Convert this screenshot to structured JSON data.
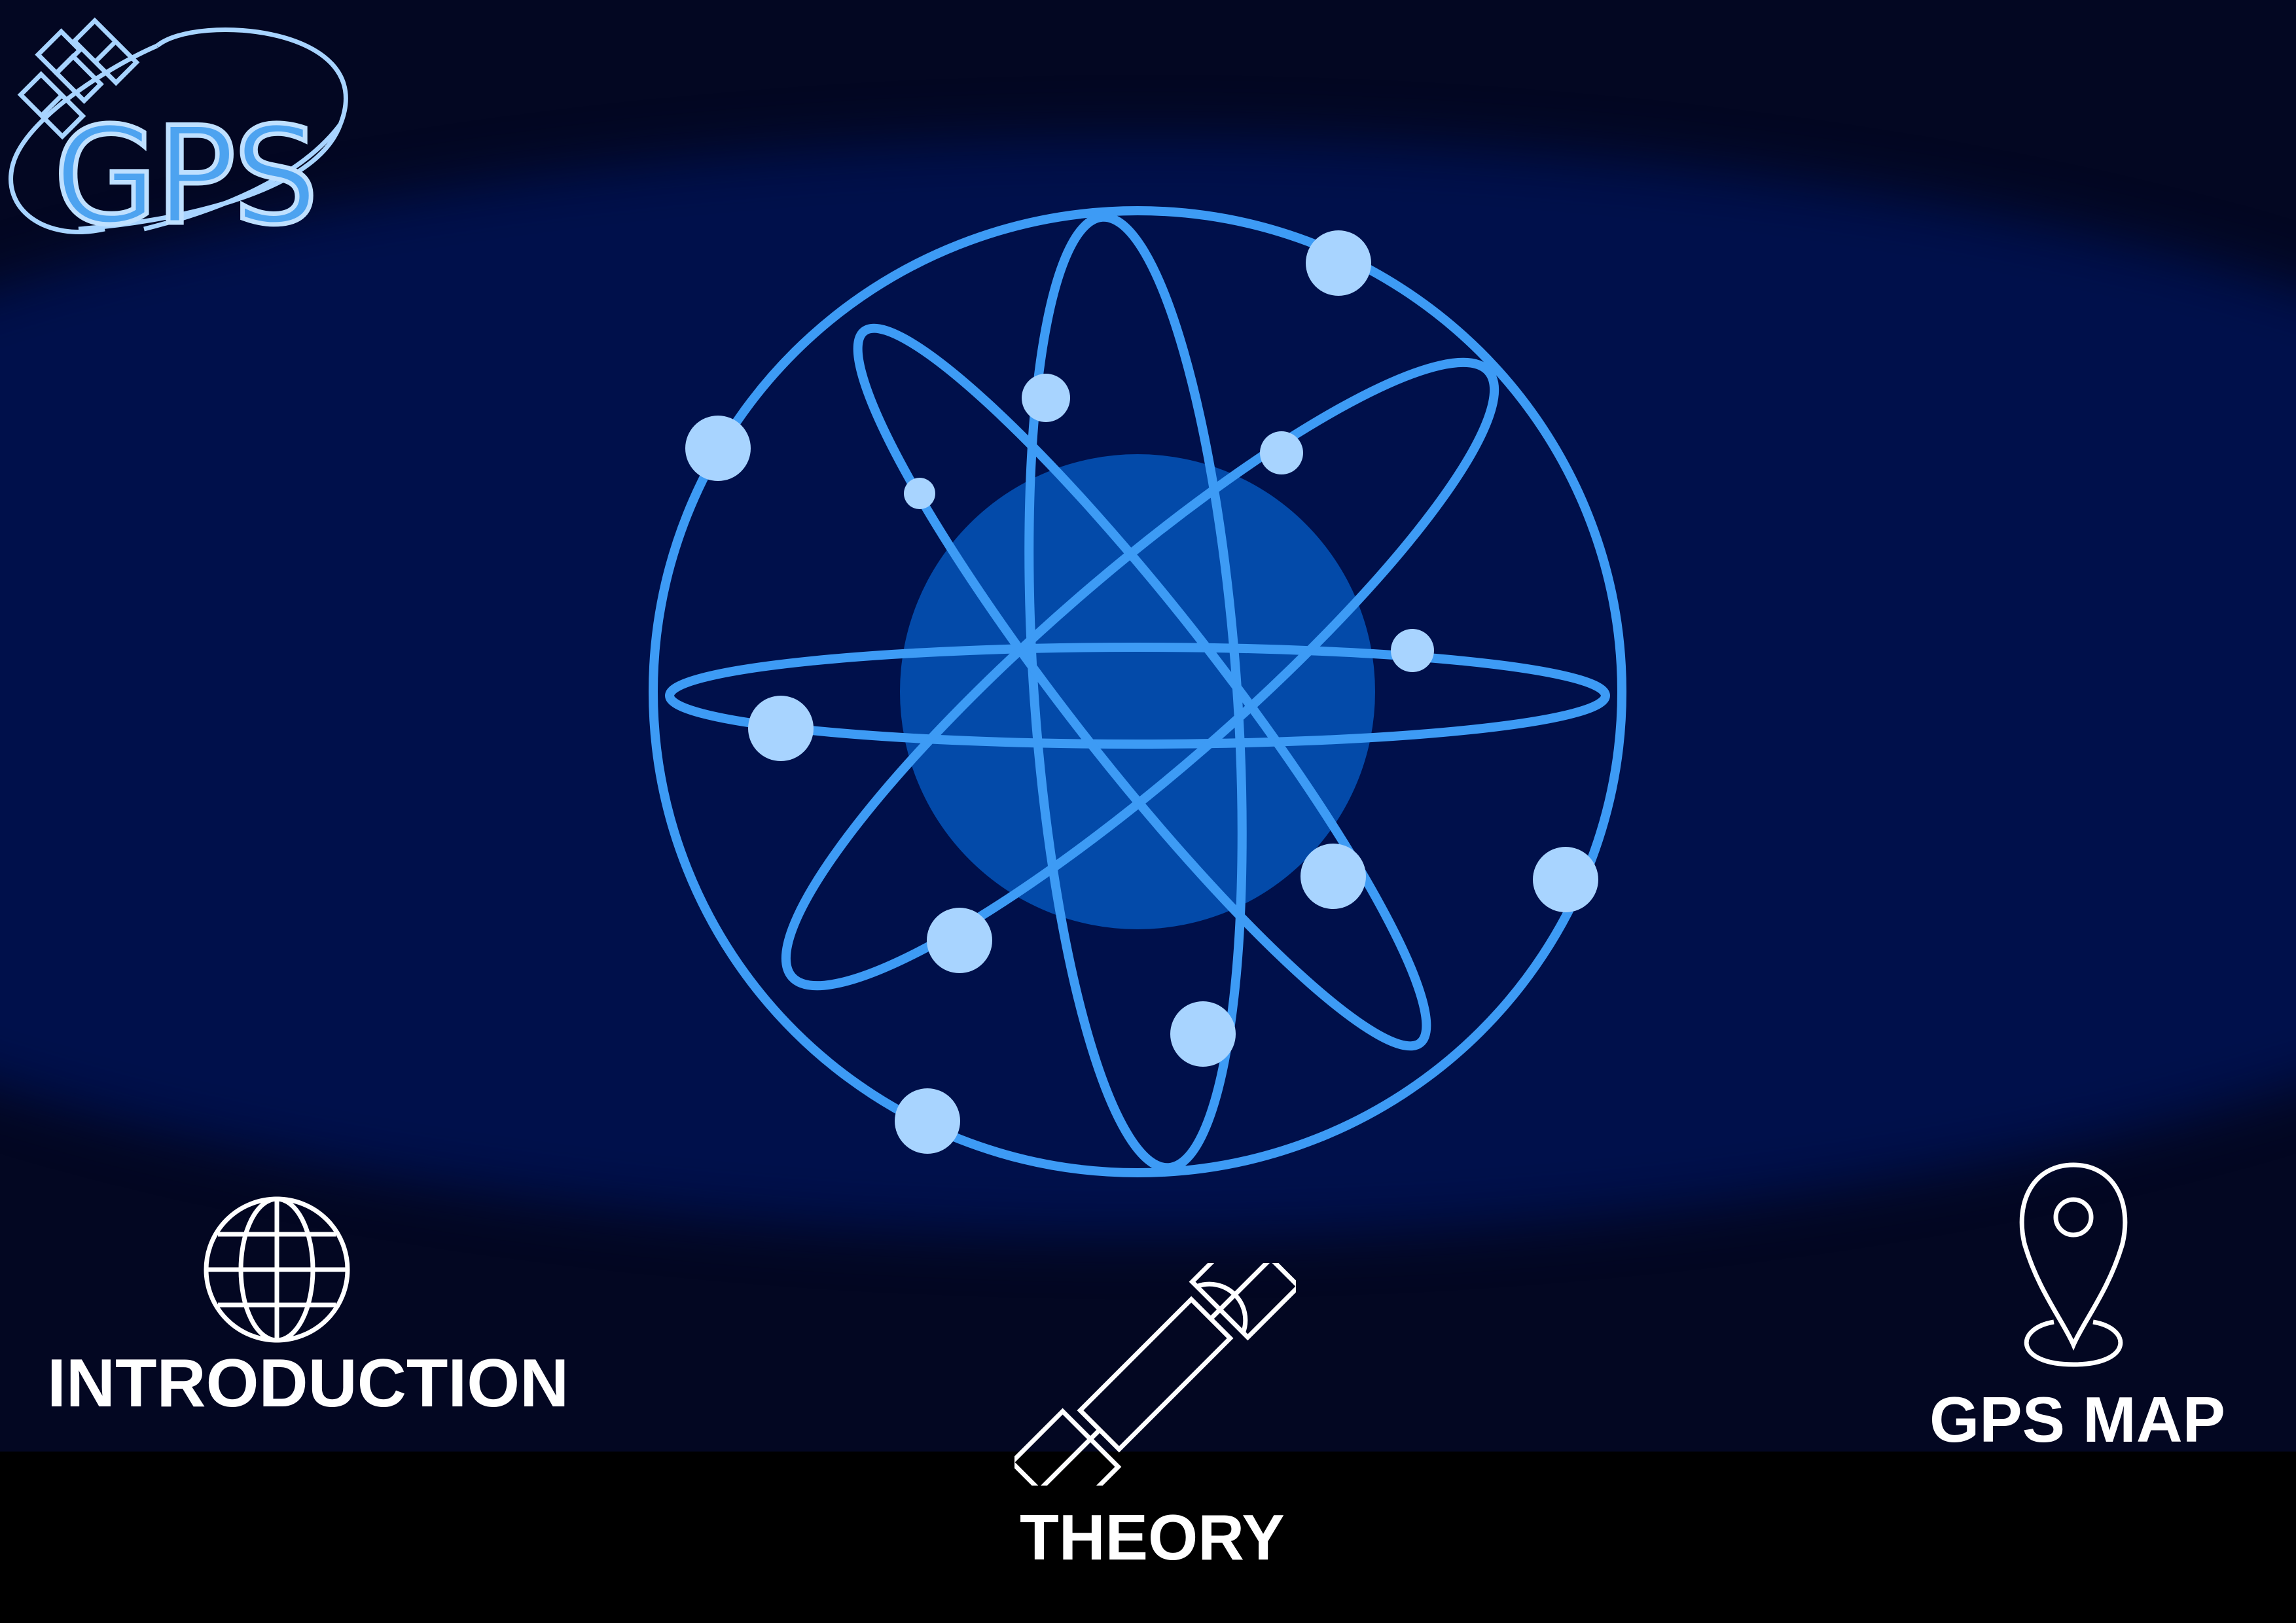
{
  "logo": {
    "text": "GPS",
    "icon": "satellite-icon"
  },
  "hero": {
    "icon": "satellite-constellation-globe"
  },
  "nav": {
    "introduction": {
      "label": "INTRODUCTION",
      "icon": "globe-icon"
    },
    "theory": {
      "label": "THEORY",
      "icon": "satellite-icon"
    },
    "gps_map": {
      "label": "GPS MAP",
      "icon": "map-pin-icon"
    }
  },
  "colors": {
    "background": "#030722",
    "band": "#00104b",
    "orbit": "#3d9bf5",
    "satellite": "#a8d4ff",
    "earth": "#034aa9",
    "footer": "#000000",
    "nav_text": "#ffffff"
  }
}
